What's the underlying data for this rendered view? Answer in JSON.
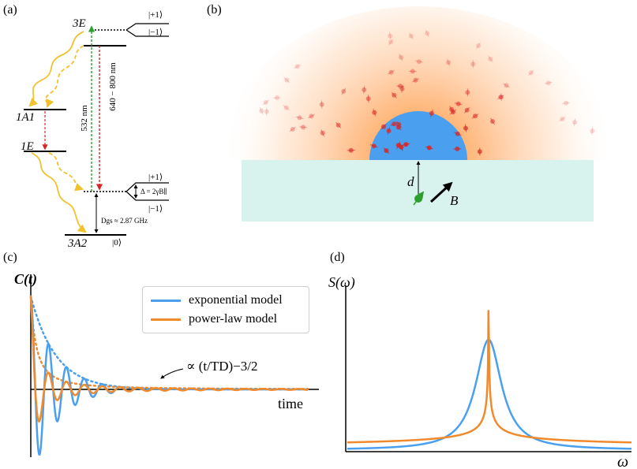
{
  "panels": {
    "a": "(a)",
    "b": "(b)",
    "c": "(c)",
    "d": "(d)"
  },
  "panel_a": {
    "excited_state": "3E",
    "ground_state": "3A2",
    "singlet_upper": "1A1",
    "singlet_lower": "1E",
    "excited_plus": "|+1⟩",
    "excited_minus": "|−1⟩",
    "ground_plus": "|+1⟩",
    "ground_minus": "|−1⟩",
    "ground_zero": "|0⟩",
    "laser_green": "532 nm",
    "laser_red": "640 − 800 nm",
    "zeeman_splitting": "Δ = 2γB∥",
    "zero_field_splitting": "Dgs ≈ 2.87 GHz"
  },
  "panel_b": {
    "distance_label": "d",
    "field_label": "B"
  },
  "panel_c": {
    "ylabel": "C(t)",
    "xlabel": "time",
    "annotation": "∝ (t/TD)−3/2",
    "legend": [
      "exponential model",
      "power-law model"
    ]
  },
  "panel_d": {
    "ylabel": "S(ω)",
    "xlabel": "ω"
  },
  "colors": {
    "blue": "#4aa0ee",
    "orange": "#f08a2c",
    "yellow": "#f2c12e",
    "green": "#2ca02c",
    "red": "#d62728",
    "substrate": "#d8f3ee",
    "droplet": "#4aa0ee"
  },
  "chart_data": [
    {
      "type": "line",
      "panel": "c",
      "xlabel": "time",
      "ylabel": "C(t)",
      "series": [
        {
          "name": "exponential model"
        },
        {
          "name": "power-law model"
        }
      ]
    },
    {
      "type": "line",
      "panel": "d",
      "xlabel": "ω",
      "ylabel": "S(ω)",
      "series": []
    }
  ]
}
